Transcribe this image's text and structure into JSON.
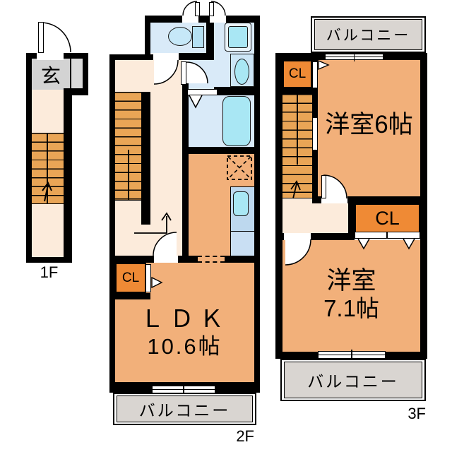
{
  "floor1": {
    "label": "1F",
    "entrance": "玄"
  },
  "floor2": {
    "label": "2F",
    "ldk": "ＬＤＫ",
    "ldk_size": "10.6帖",
    "closet": "CL",
    "balcony": "バルコニー"
  },
  "floor3": {
    "label": "3F",
    "room6": "洋室6帖",
    "room7": "洋室",
    "room7_size": "7.1帖",
    "closet_upper": "CL",
    "closet_lower": "CL",
    "balcony_upper": "バルコニー",
    "balcony_lower": "バルコニー"
  },
  "colors": {
    "wall": "#000000",
    "hallway": "#fcebdb",
    "stairs": "#e9a556",
    "room": "#f2b07a",
    "closet": "#ef8a35",
    "balcony": "#d9d5d1",
    "entrance_gray": "#d3d3d3",
    "wet_room": "#d9eaf8",
    "fixture_cyan": "#a9e7f4",
    "kitchen_counter": "#bdd8ee"
  }
}
